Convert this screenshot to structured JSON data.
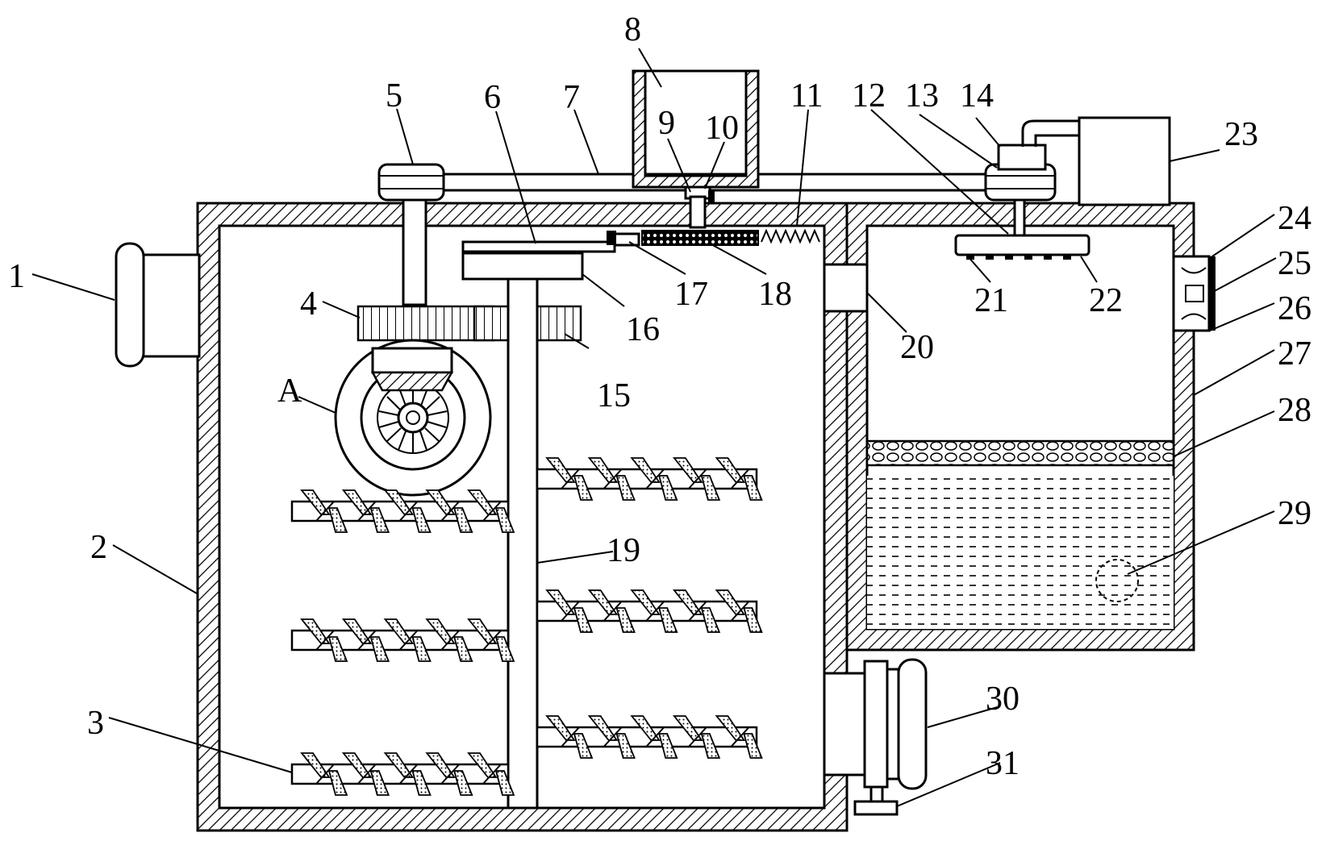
{
  "diagram": {
    "callouts": [
      "1",
      "2",
      "3",
      "4",
      "5",
      "6",
      "7",
      "8",
      "9",
      "10",
      "11",
      "12",
      "13",
      "14",
      "15",
      "16",
      "17",
      "18",
      "19",
      "20",
      "21",
      "22",
      "23",
      "24",
      "25",
      "26",
      "27",
      "28",
      "29",
      "30",
      "31"
    ],
    "detail_label": "A"
  }
}
